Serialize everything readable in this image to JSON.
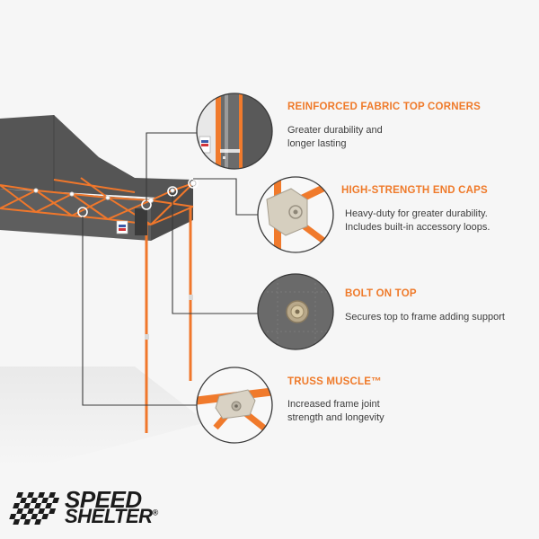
{
  "features": [
    {
      "title": "REINFORCED FABRIC TOP CORNERS",
      "description": [
        "Greater durability and",
        "longer lasting"
      ],
      "icon": "fabric-corner-closeup-icon"
    },
    {
      "title": "HIGH-STRENGTH END CAPS",
      "description": [
        "Heavy-duty for greater durability.",
        "Includes built-in accessory loops."
      ],
      "icon": "end-cap-closeup-icon"
    },
    {
      "title": "BOLT ON TOP",
      "description": [
        "Secures top to frame adding support"
      ],
      "icon": "bolt-closeup-icon"
    },
    {
      "title": "TRUSS MUSCLE™",
      "description": [
        "Increased frame joint",
        "strength and longevity"
      ],
      "icon": "truss-joint-closeup-icon"
    }
  ],
  "brand": {
    "line1": "SPEED",
    "line2": "SHELTER",
    "trademark": "®"
  },
  "colors": {
    "accent": "#ef7a2a",
    "frame_orange": "#f0772b",
    "canopy_gray": "#5e5e5e",
    "canopy_dark": "#4e4e4e",
    "leader_line": "#3a3a3a",
    "background": "#f6f6f6",
    "text": "#3d3d3d"
  }
}
